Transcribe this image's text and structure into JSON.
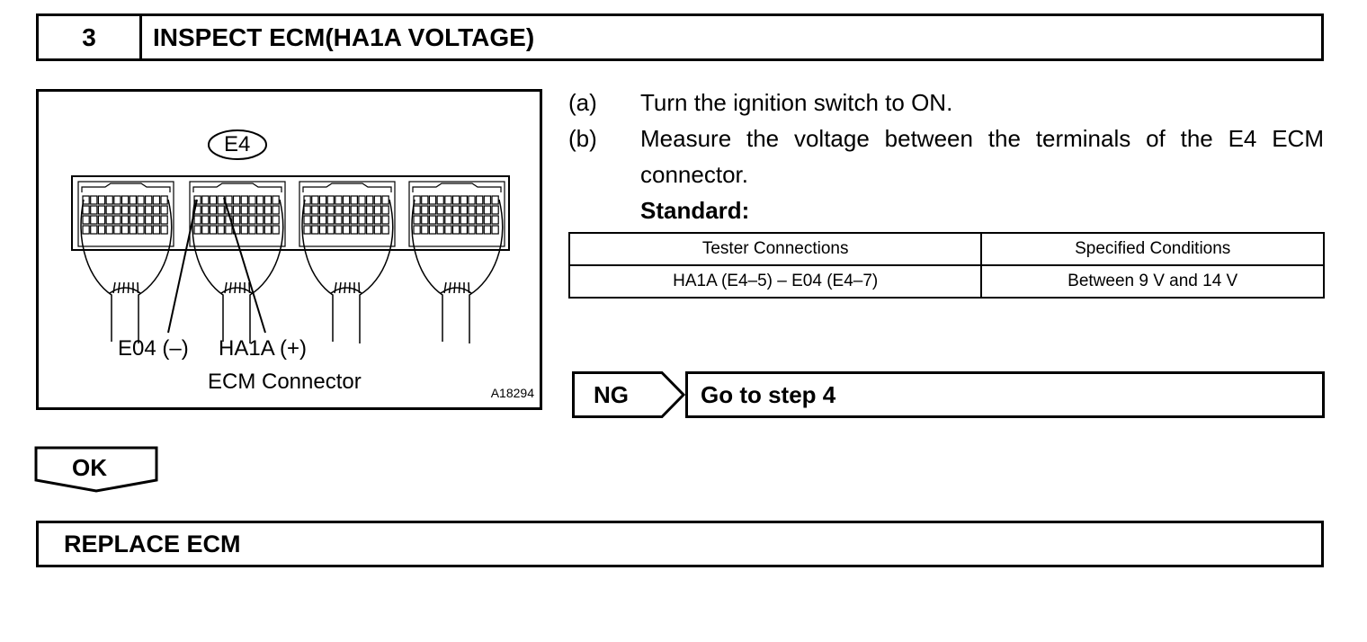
{
  "step": {
    "number": "3",
    "title": "INSPECT ECM(HA1A VOLTAGE)"
  },
  "figure": {
    "connector_tag": "E4",
    "terminal_minus": "E04 (–)",
    "terminal_plus": "HA1A (+)",
    "caption": "ECM Connector",
    "figure_id": "A18294"
  },
  "instructions": [
    {
      "tag": "(a)",
      "text": "Turn the ignition switch to ON."
    },
    {
      "tag": "(b)",
      "text": "Measure the voltage between the terminals of the E4 ECM connector."
    }
  ],
  "standard_label": "Standard:",
  "spec_table": {
    "headers": [
      "Tester Connections",
      "Specified Conditions"
    ],
    "rows": [
      [
        "HA1A (E4–5) – E04 (E4–7)",
        "Between 9 V and 14 V"
      ]
    ]
  },
  "ng": {
    "label": "NG",
    "result": "Go to step 4"
  },
  "ok": {
    "label": "OK"
  },
  "final_action": "REPLACE ECM"
}
